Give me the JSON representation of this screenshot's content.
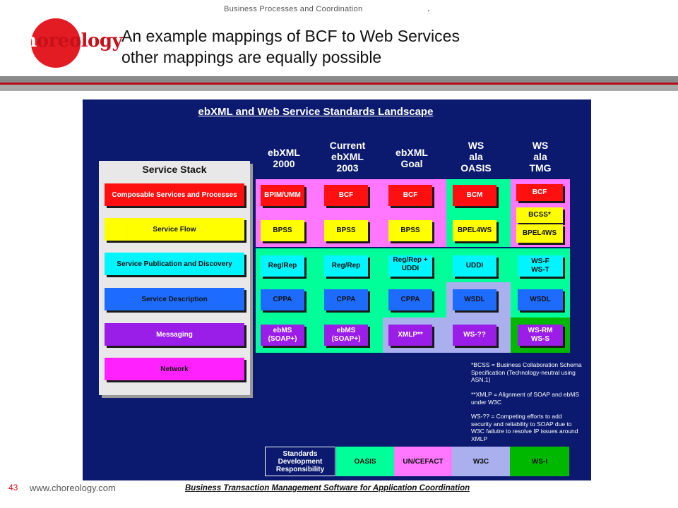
{
  "header": {
    "top_label": "Business  Processes  and  Coordination",
    "dot": ".",
    "logo_text_a": "ch",
    "logo_text_b": "oreology",
    "title_line1": "An example mappings of BCF to Web Services",
    "title_line2": "other mappings are equally possible"
  },
  "diagram": {
    "title": "ebXML  and  Web  Service  Standards  Landscape",
    "columns": [
      {
        "l1": "ebXML",
        "l2": "2000",
        "l3": ""
      },
      {
        "l1": "Current",
        "l2": "ebXML",
        "l3": "2003"
      },
      {
        "l1": "ebXML",
        "l2": "Goal",
        "l3": ""
      },
      {
        "l1": "WS",
        "l2": "ala",
        "l3": "OASIS"
      },
      {
        "l1": "WS",
        "l2": "ala",
        "l3": "TMG"
      }
    ],
    "service_stack": {
      "title": "Service Stack",
      "layers": [
        "Composable Services and Processes",
        "Service Flow",
        "Service Publication and Discovery",
        "Service Description",
        "Messaging",
        "Network"
      ]
    },
    "cells": {
      "r1": [
        "BPIM/UMM",
        "BCF",
        "BCF",
        "BCM",
        "BCF"
      ],
      "r1b": "BCSS*",
      "r2": [
        "BPSS",
        "BPSS",
        "BPSS",
        "BPEL4WS",
        "BPEL4WS"
      ],
      "r3": [
        "Reg/Rep",
        "Reg/Rep",
        "Reg/Rep + UDDI",
        "UDDI",
        "WS-F WS-T"
      ],
      "r4": [
        "CPPA",
        "CPPA",
        "CPPA",
        "WSDL",
        "WSDL"
      ],
      "r5": [
        "ebMS (SOAP+)",
        "ebMS (SOAP+)",
        "XMLP**",
        "WS-??",
        "WS-RM WS-S"
      ]
    },
    "notes": [
      "*BCSS = Business  Collaboration Schema Specification (Technology-neutral using ASN.1)",
      "**XMLP = Alignment of SOAP and ebMS under W3C",
      "WS-?? = Competing efforts  to add security  and  reliability to SOAP due to W3C failutre to resolve  IP issues  around XMLP"
    ],
    "legend": {
      "label": "Standards Development Responsibility",
      "items": [
        "OASIS",
        "UN/CEFACT",
        "W3C",
        "WS-I"
      ]
    },
    "colors": {
      "panel": "#0b1a6e",
      "oasis": "#00ff99",
      "uncefact": "#ff77ff",
      "w3c": "#aab0ee",
      "wsi": "#00b800"
    }
  },
  "footer": {
    "page": "43",
    "url": "www.choreology.com",
    "caption": "Business Transaction Management  Software for Application Coordination"
  }
}
